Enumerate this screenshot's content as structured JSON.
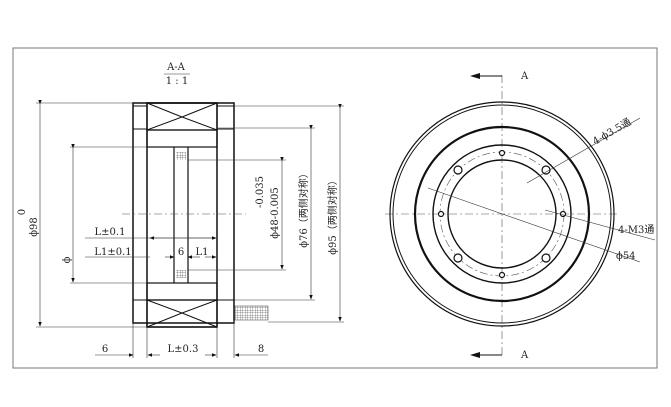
{
  "section_view": {
    "title": "A-A",
    "scale": "1 : 1",
    "dims": {
      "outer_top": "0",
      "outer_dia": "ϕ98",
      "bore": "ϕ",
      "l_tol": "L±0.1",
      "l1_tol": "L1±0.1",
      "slot": "6",
      "l1": "L1",
      "tol_upper": "-0.035",
      "inner_dia": "ϕ48-0.005",
      "dia76": "ϕ76（两侧对称）",
      "dia95": "ϕ95（两侧对称）",
      "left_w": "6",
      "l_total": "L±0.3",
      "right_w": "8"
    }
  },
  "front_view": {
    "section_mark_top": "A",
    "section_mark_bottom": "A",
    "holes_label": "4-ϕ3.5通",
    "thread_label": "4-M3通",
    "pitch_dia": "ϕ54"
  }
}
